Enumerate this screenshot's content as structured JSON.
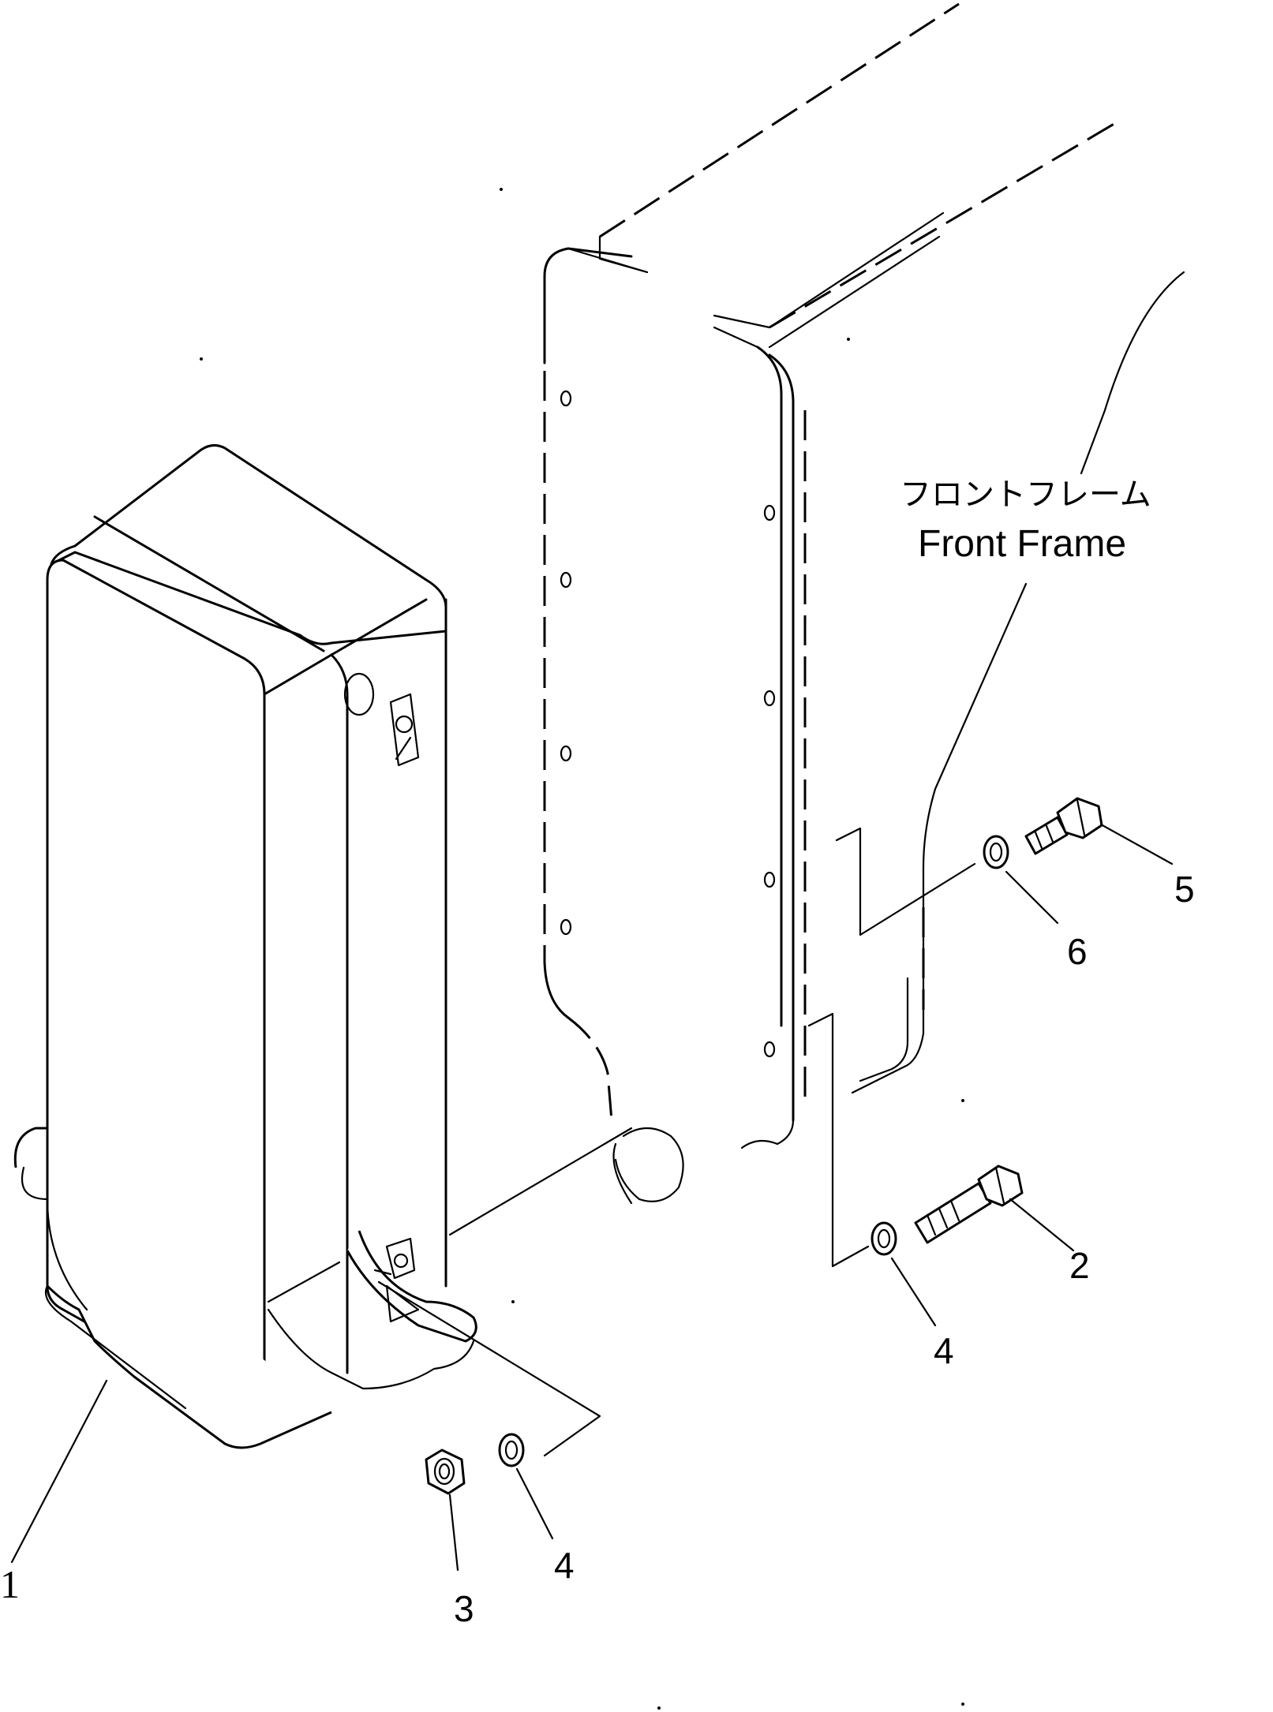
{
  "frame_label": {
    "japanese": "フロントフレーム",
    "english": "Front Frame"
  },
  "callouts": [
    {
      "id": "1",
      "text": "1"
    },
    {
      "id": "2",
      "text": "2"
    },
    {
      "id": "3",
      "text": "3"
    },
    {
      "id": "4a",
      "text": "4"
    },
    {
      "id": "4b",
      "text": "4"
    },
    {
      "id": "5",
      "text": "5"
    },
    {
      "id": "6",
      "text": "6"
    }
  ]
}
